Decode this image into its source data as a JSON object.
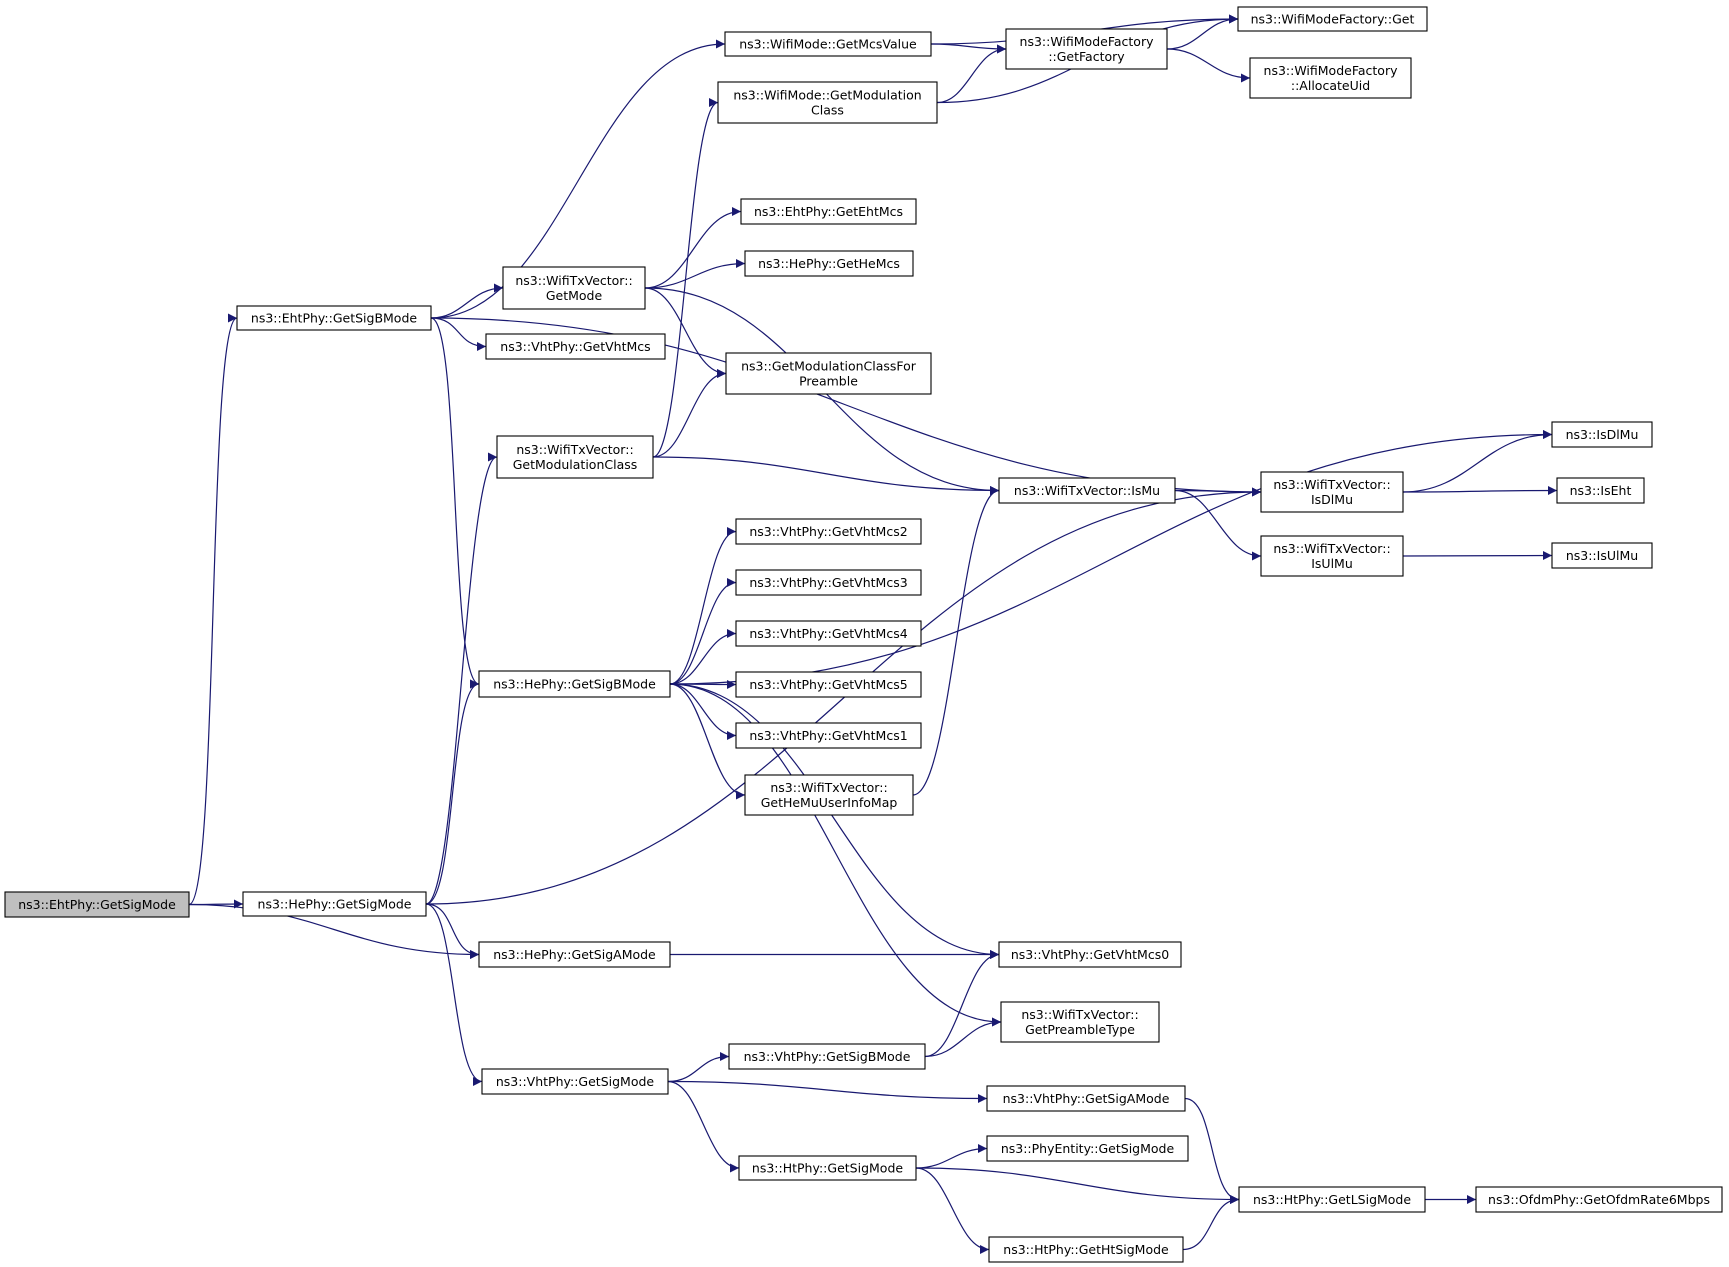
{
  "nodes": [
    {
      "id": "root",
      "label": "ns3::EhtPhy::GetSigMode",
      "root": true
    },
    {
      "id": "ehtSigB",
      "label": "ns3::EhtPhy::GetSigBMode"
    },
    {
      "id": "heSigMode",
      "label": "ns3::HePhy::GetSigMode"
    },
    {
      "id": "heSigA",
      "label": "ns3::HePhy::GetSigAMode"
    },
    {
      "id": "getMcsValue",
      "label": "ns3::WifiMode::GetMcsValue"
    },
    {
      "id": "getModClassMode",
      "label": "ns3::WifiMode::GetModulation\nClass"
    },
    {
      "id": "txGetMode",
      "label": "ns3::WifiTxVector::\nGetMode"
    },
    {
      "id": "getVhtMcs",
      "label": "ns3::VhtPhy::GetVhtMcs"
    },
    {
      "id": "txGetModClass",
      "label": "ns3::WifiTxVector::\nGetModulationClass"
    },
    {
      "id": "heSigB",
      "label": "ns3::HePhy::GetSigBMode"
    },
    {
      "id": "vhtSigMode",
      "label": "ns3::VhtPhy::GetSigMode"
    },
    {
      "id": "factoryGetFactory",
      "label": "ns3::WifiModeFactory\n::GetFactory"
    },
    {
      "id": "factoryGet",
      "label": "ns3::WifiModeFactory::Get"
    },
    {
      "id": "factoryAllocUid",
      "label": "ns3::WifiModeFactory\n::AllocateUid"
    },
    {
      "id": "getEhtMcs",
      "label": "ns3::EhtPhy::GetEhtMcs"
    },
    {
      "id": "getHeMcs",
      "label": "ns3::HePhy::GetHeMcs"
    },
    {
      "id": "getModClassForPreamble",
      "label": "ns3::GetModulationClassFor\nPreamble"
    },
    {
      "id": "txIsMu",
      "label": "ns3::WifiTxVector::IsMu"
    },
    {
      "id": "txIsDlMu",
      "label": "ns3::WifiTxVector::\nIsDlMu"
    },
    {
      "id": "txIsUlMu",
      "label": "ns3::WifiTxVector::\nIsUlMu"
    },
    {
      "id": "isDlMu",
      "label": "ns3::IsDlMu"
    },
    {
      "id": "isEht",
      "label": "ns3::IsEht"
    },
    {
      "id": "isUlMu",
      "label": "ns3::IsUlMu"
    },
    {
      "id": "vhtMcs2",
      "label": "ns3::VhtPhy::GetVhtMcs2"
    },
    {
      "id": "vhtMcs3",
      "label": "ns3::VhtPhy::GetVhtMcs3"
    },
    {
      "id": "vhtMcs4",
      "label": "ns3::VhtPhy::GetVhtMcs4"
    },
    {
      "id": "vhtMcs5",
      "label": "ns3::VhtPhy::GetVhtMcs5"
    },
    {
      "id": "vhtMcs1",
      "label": "ns3::VhtPhy::GetVhtMcs1"
    },
    {
      "id": "txHeMuUserInfoMap",
      "label": "ns3::WifiTxVector::\nGetHeMuUserInfoMap"
    },
    {
      "id": "vhtMcs0",
      "label": "ns3::VhtPhy::GetVhtMcs0"
    },
    {
      "id": "txPreambleType",
      "label": "ns3::WifiTxVector::\nGetPreambleType"
    },
    {
      "id": "vhtSigB",
      "label": "ns3::VhtPhy::GetSigBMode"
    },
    {
      "id": "vhtSigA",
      "label": "ns3::VhtPhy::GetSigAMode"
    },
    {
      "id": "htSigMode",
      "label": "ns3::HtPhy::GetSigMode"
    },
    {
      "id": "phyEntitySigMode",
      "label": "ns3::PhyEntity::GetSigMode"
    },
    {
      "id": "htLSigMode",
      "label": "ns3::HtPhy::GetLSigMode"
    },
    {
      "id": "htHtSigMode",
      "label": "ns3::HtPhy::GetHtSigMode"
    },
    {
      "id": "ofdmRate6",
      "label": "ns3::OfdmPhy::GetOfdmRate6Mbps"
    }
  ],
  "edges": [
    [
      "root",
      "ehtSigB"
    ],
    [
      "root",
      "heSigMode"
    ],
    [
      "root",
      "heSigA"
    ],
    [
      "ehtSigB",
      "getMcsValue"
    ],
    [
      "ehtSigB",
      "txIsDlMu"
    ],
    [
      "ehtSigB",
      "txGetMode"
    ],
    [
      "ehtSigB",
      "getVhtMcs"
    ],
    [
      "ehtSigB",
      "heSigB"
    ],
    [
      "heSigMode",
      "txGetModClass"
    ],
    [
      "heSigMode",
      "heSigB"
    ],
    [
      "heSigMode",
      "txIsDlMu"
    ],
    [
      "heSigMode",
      "heSigA"
    ],
    [
      "heSigMode",
      "vhtSigMode"
    ],
    [
      "getMcsValue",
      "factoryGet"
    ],
    [
      "getMcsValue",
      "factoryGetFactory"
    ],
    [
      "getModClassMode",
      "factoryGetFactory"
    ],
    [
      "getModClassMode",
      "factoryGet"
    ],
    [
      "factoryGetFactory",
      "factoryGet"
    ],
    [
      "factoryGetFactory",
      "factoryAllocUid"
    ],
    [
      "txGetMode",
      "getEhtMcs"
    ],
    [
      "txGetMode",
      "getHeMcs"
    ],
    [
      "txGetMode",
      "getModClassForPreamble"
    ],
    [
      "txGetMode",
      "txIsMu"
    ],
    [
      "txGetModClass",
      "getModClassMode"
    ],
    [
      "txGetModClass",
      "getModClassForPreamble"
    ],
    [
      "txGetModClass",
      "txIsMu"
    ],
    [
      "txIsMu",
      "txIsDlMu"
    ],
    [
      "txIsMu",
      "txIsUlMu"
    ],
    [
      "txIsDlMu",
      "isDlMu"
    ],
    [
      "txIsDlMu",
      "isEht"
    ],
    [
      "txIsUlMu",
      "isUlMu"
    ],
    [
      "heSigB",
      "isDlMu"
    ],
    [
      "heSigB",
      "vhtMcs2"
    ],
    [
      "heSigB",
      "vhtMcs3"
    ],
    [
      "heSigB",
      "vhtMcs4"
    ],
    [
      "heSigB",
      "vhtMcs5"
    ],
    [
      "heSigB",
      "vhtMcs1"
    ],
    [
      "heSigB",
      "txHeMuUserInfoMap"
    ],
    [
      "heSigB",
      "vhtMcs0"
    ],
    [
      "heSigB",
      "txPreambleType"
    ],
    [
      "txHeMuUserInfoMap",
      "txIsMu"
    ],
    [
      "heSigA",
      "vhtMcs0"
    ],
    [
      "vhtSigMode",
      "vhtSigB"
    ],
    [
      "vhtSigMode",
      "vhtSigA"
    ],
    [
      "vhtSigMode",
      "htSigMode"
    ],
    [
      "vhtSigB",
      "vhtMcs0"
    ],
    [
      "vhtSigB",
      "txPreambleType"
    ],
    [
      "vhtSigA",
      "htLSigMode"
    ],
    [
      "htSigMode",
      "phyEntitySigMode"
    ],
    [
      "htSigMode",
      "htLSigMode"
    ],
    [
      "htSigMode",
      "htHtSigMode"
    ],
    [
      "htHtSigMode",
      "htLSigMode"
    ],
    [
      "htLSigMode",
      "ofdmRate6"
    ]
  ]
}
